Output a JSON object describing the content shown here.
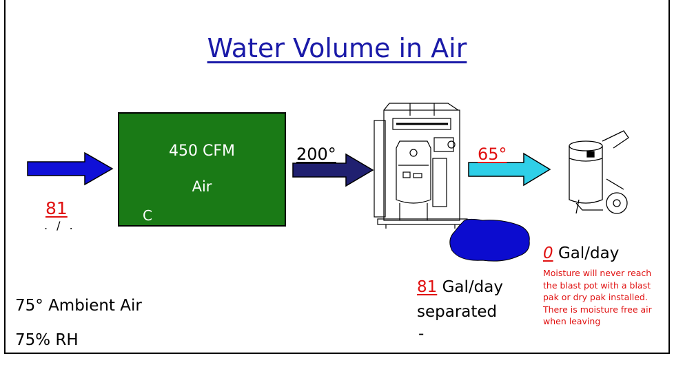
{
  "title": "Water Volume in Air",
  "compressor": {
    "line1": "450 CFM",
    "line2": "Air",
    "line3": "C"
  },
  "inlet": {
    "value": "81",
    "unit_partial": ". / ."
  },
  "temp_hot": "200°",
  "temp_cool": "65°",
  "ambient": {
    "temp": "75° Ambient Air",
    "rh": "75% RH"
  },
  "separated": {
    "value": "81",
    "unit": " Gal/day",
    "label": "separated",
    "dash": "-"
  },
  "outlet": {
    "value": "0",
    "unit": " Gal/day",
    "note": "Moisture will never reach the blast pot with a blast pak or dry pak installed. There is moisture free air when leaving"
  },
  "colors": {
    "title": "#1a1aa8",
    "compressor_box": "#1a7a16",
    "arrow_blue": "#1010d8",
    "arrow_navy": "#202070",
    "arrow_cyan": "#2fcfe8",
    "water_blob": "#0c0ccf",
    "red_text": "#e01010"
  }
}
